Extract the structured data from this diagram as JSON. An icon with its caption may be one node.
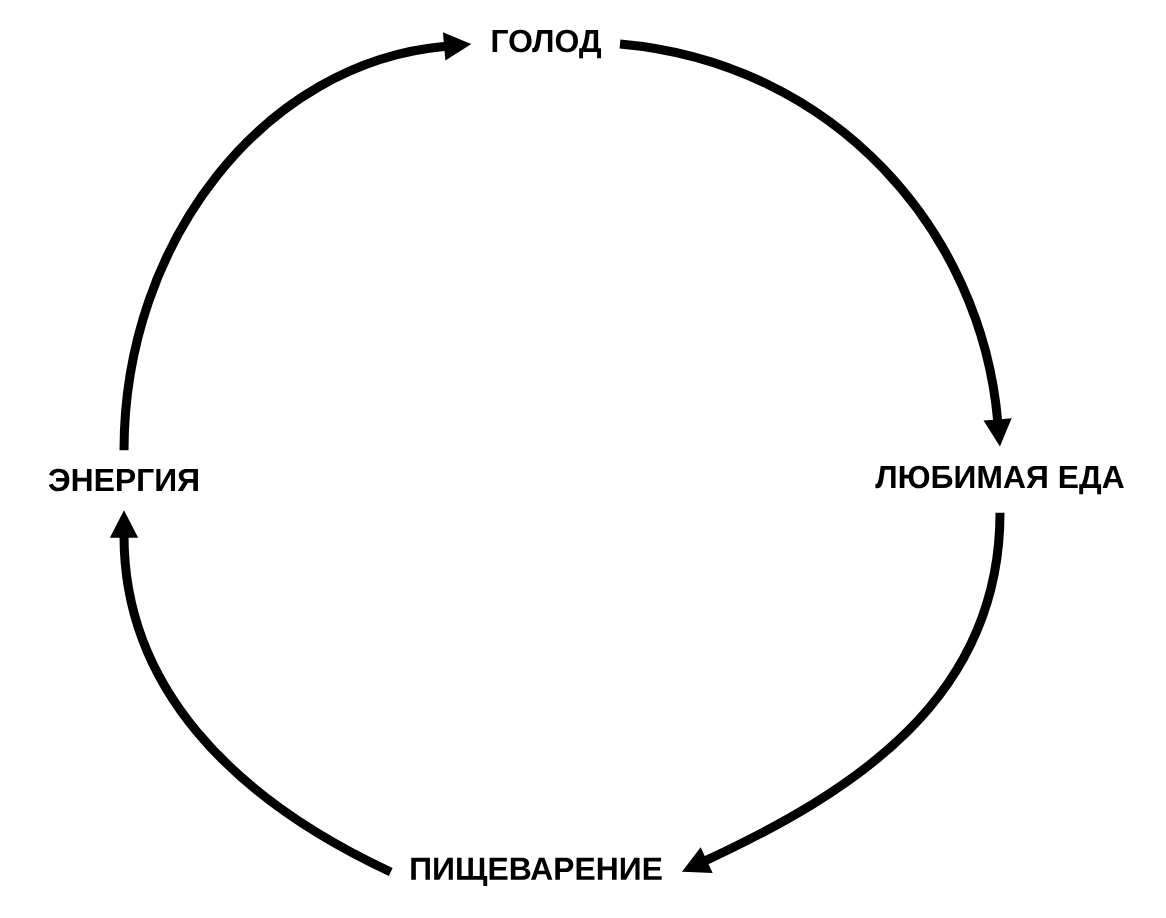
{
  "diagram": {
    "nodes": [
      {
        "text": [
          "ГОЛОД"
        ]
      },
      {
        "text": [
          "ЛЮБИМАЯ ЕДА"
        ]
      },
      {
        "text": [
          "ПИЩЕВАРЕНИЕ"
        ]
      },
      {
        "text": [
          "ЭНЕРГИЯ"
        ]
      }
    ],
    "edges": [
      {
        "from": 0,
        "to": 1,
        "arrow": "to"
      },
      {
        "from": 1,
        "to": 2,
        "arrow": "to"
      },
      {
        "from": 2,
        "to": 3,
        "arrow": "to"
      },
      {
        "from": 3,
        "to": 0,
        "arrow": "to"
      }
    ]
  }
}
